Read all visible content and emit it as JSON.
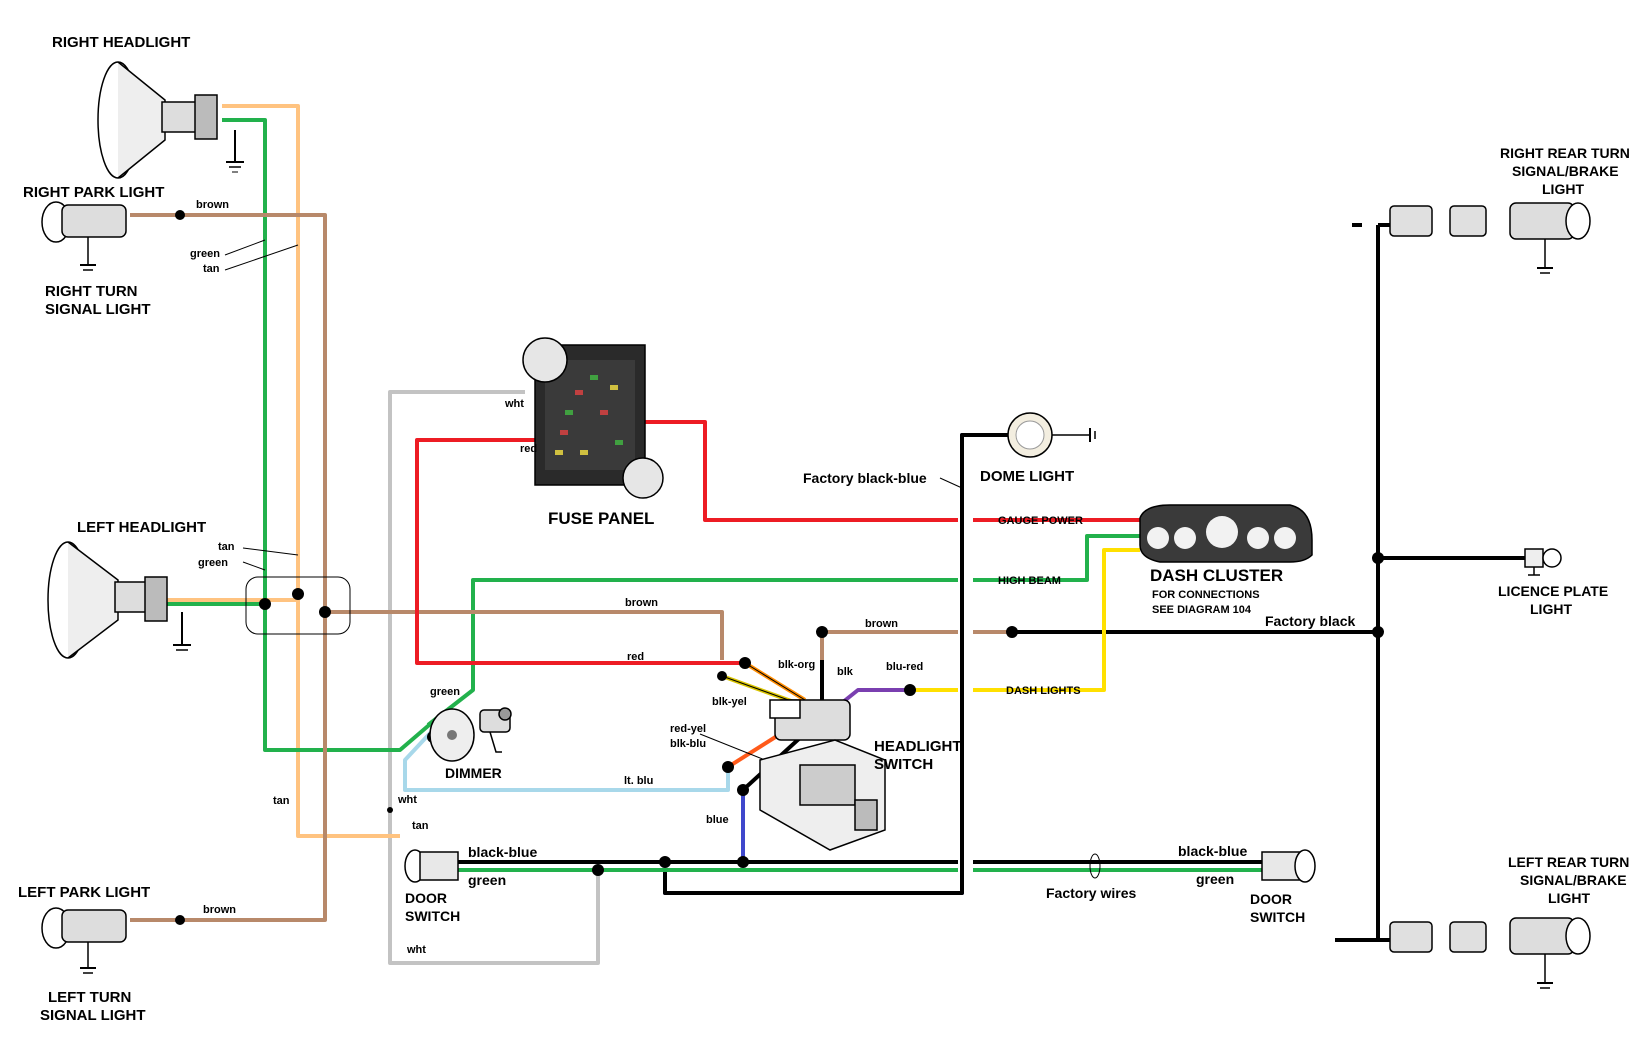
{
  "colors": {
    "brown": "#b8896a",
    "green": "#22b14c",
    "tan": "#ffc380",
    "red": "#ed1c24",
    "white": "#c3c3c3",
    "yellow": "#ffe000",
    "lt_blue": "#a8d8ea",
    "blue": "#3f48cc",
    "black": "#000000",
    "purple": "#7a3fb0",
    "orange": "#ff5a1a",
    "yellow_black": "#d9c400"
  },
  "components": {
    "right_headlight": "RIGHT HEADLIGHT",
    "right_park_light": "RIGHT PARK LIGHT",
    "right_turn_signal_1": "RIGHT TURN",
    "right_turn_signal_2": "SIGNAL LIGHT",
    "left_headlight": "LEFT HEADLIGHT",
    "left_park_light": "LEFT PARK LIGHT",
    "left_turn_signal_1": "LEFT TURN",
    "left_turn_signal_2": "SIGNAL LIGHT",
    "fuse_panel": "FUSE PANEL",
    "dome_light": "DOME LIGHT",
    "dash_cluster": "DASH CLUSTER",
    "dash_note_1": "FOR CONNECTIONS",
    "dash_note_2": "SEE DIAGRAM 104",
    "dimmer": "DIMMER",
    "headlight_switch_1": "HEADLIGHT",
    "headlight_switch_2": "SWITCH",
    "door_switch_left_1": "DOOR",
    "door_switch_left_2": "SWITCH",
    "door_switch_right_1": "DOOR",
    "door_switch_right_2": "SWITCH",
    "right_rear_1": "RIGHT REAR TURN",
    "right_rear_2": "SIGNAL/BRAKE",
    "right_rear_3": "LIGHT",
    "left_rear_1": "LEFT REAR TURN",
    "left_rear_2": "SIGNAL/BRAKE",
    "left_rear_3": "LIGHT",
    "licence_1": "LICENCE PLATE",
    "licence_2": "LIGHT"
  },
  "wire_labels": {
    "brown_rpark": "brown",
    "green_r": "green",
    "tan_r": "tan",
    "tan_l": "tan",
    "green_l": "green",
    "wht_fuse": "wht",
    "red_fuse": "red",
    "factory_black_blue": "Factory black-blue",
    "gauge_power": "GAUGE POWER",
    "high_beam": "HIGH BEAM",
    "brown_mid": "brown",
    "red_mid": "red",
    "brown_sw": "brown",
    "blk_org": "blk-org",
    "blk": "blk",
    "blu_red": "blu-red",
    "blk_yel": "blk-yel",
    "dash_lights": "DASH LIGHTS",
    "factory_black": "Factory black",
    "green_dim": "green",
    "red_yel": "red-yel",
    "blk_blu": "blk-blu",
    "lt_blu": "lt. blu",
    "blue_sw": "blue",
    "tan_left": "tan",
    "wht_dim": "wht",
    "tan_dim": "tan",
    "black_blue_l": "black-blue",
    "green_door_l": "green",
    "black_blue_r": "black-blue",
    "green_door_r": "green",
    "factory_wires": "Factory wires",
    "brown_lpark": "brown",
    "wht_bottom": "wht"
  }
}
